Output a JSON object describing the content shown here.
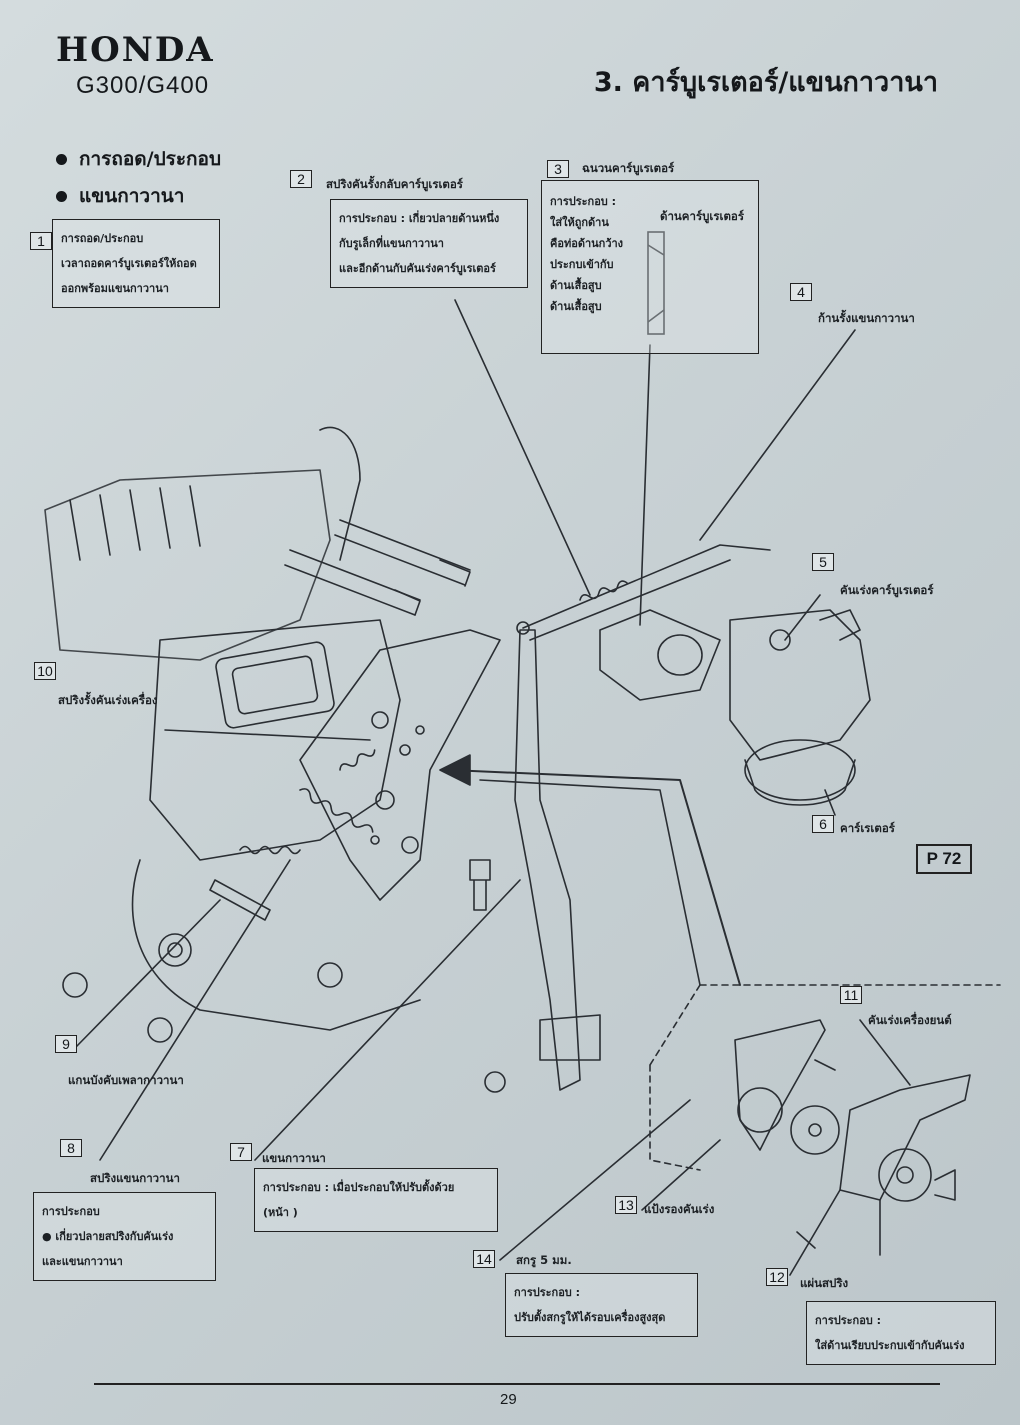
{
  "header": {
    "brand": "HONDA",
    "model": "G300/G400",
    "section_title": "3. คาร์บูเรเตอร์/แขนกาวานา"
  },
  "bullets": [
    "การถอด/ประกอบ",
    "แขนกาวานา"
  ],
  "box1": {
    "number": "1",
    "lines": [
      "การถอด/ประกอบ",
      "เวลาถอดคาร์บูเรเตอร์ให้ถอด",
      "ออกพร้อมแขนกาวานา"
    ]
  },
  "item2": {
    "number": "2",
    "label": "สปริงคันรั้งกลับคาร์บูเรเตอร์",
    "box_lines": [
      "การประกอบ :  เกี่ยวปลายด้านหนึ่ง",
      "กับรูเล็กที่แขนกาวานา",
      "และอีกด้านกับคันเร่งคาร์บูเรเตอร์"
    ]
  },
  "item3": {
    "number": "3",
    "label": "ฉนวนคาร์บูเรเตอร์",
    "box_lines": [
      "การประกอบ :",
      "ใส่ให้ถูกด้าน",
      "คือท่อด้านกว้าง",
      "ประกบเข้ากับ",
      "ด้านเสื้อสูบ",
      "ด้านเสื้อสูบ"
    ],
    "side_label": "ด้านคาร์บูเรเตอร์"
  },
  "item4": {
    "number": "4",
    "label": "ก้านรั้งแขนกาวานา"
  },
  "item5": {
    "number": "5",
    "label": "คันเร่งคาร์บูเรเตอร์"
  },
  "item6": {
    "number": "6",
    "label": "คาร์เรเตอร์"
  },
  "item7": {
    "number": "7",
    "label": "แขนกาวานา",
    "box_lines": [
      "การประกอบ :  เมื่อประกอบให้ปรับตั้งด้วย",
      "(หน้า     )"
    ]
  },
  "item8": {
    "number": "8",
    "label": "สปริงแขนกาวานา",
    "box_lines": [
      "การประกอบ",
      "●  เกี่ยวปลายสปริงกับคันเร่ง",
      "และแขนกาวานา"
    ]
  },
  "item9": {
    "number": "9",
    "label": "แกนบังคับเพลากาวานา"
  },
  "item10": {
    "number": "10",
    "label": "สปริงรั้งคันเร่งเครื่อง"
  },
  "item11": {
    "number": "11",
    "label": "คันเร่งเครื่องยนต์"
  },
  "item12": {
    "number": "12",
    "label": "แผ่นสปริง",
    "box_lines": [
      "การประกอบ :",
      "ใส่ด้านเรียบประกบเข้ากับคันเร่ง"
    ]
  },
  "item13": {
    "number": "13",
    "label": "แป้งรองคันเร่ง"
  },
  "item14": {
    "number": "14",
    "label": "สกรู 5 มม.",
    "box_lines": [
      "การประกอบ :",
      "ปรับตั้งสกรูให้ได้รอบเครื่องสูงสุด"
    ]
  },
  "page_ref": "P 72",
  "page_number": "29"
}
